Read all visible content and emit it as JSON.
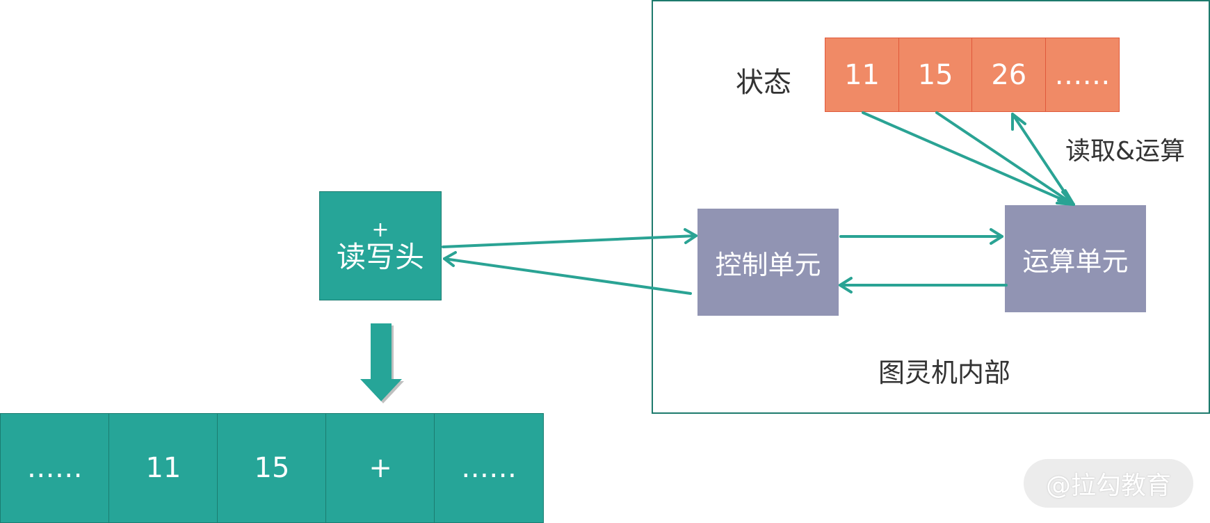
{
  "state": {
    "label": "状态",
    "cells": [
      "11",
      "15",
      "26",
      "……"
    ]
  },
  "operation_label": "读取&运算",
  "control_unit_label": "控制单元",
  "alu_label": "运算单元",
  "machine_interior_label": "图灵机内部",
  "read_write_head": {
    "symbol": "+",
    "label": "读写头"
  },
  "tape": {
    "cells": [
      "……",
      "11",
      "15",
      "+",
      "……"
    ]
  },
  "watermark": "@拉勾教育",
  "colors": {
    "teal": "#26a598",
    "arrow": "#2aa394",
    "state_orange": "#f08a66",
    "unit_purple": "#9194b3",
    "frame": "#1d7a6d"
  }
}
